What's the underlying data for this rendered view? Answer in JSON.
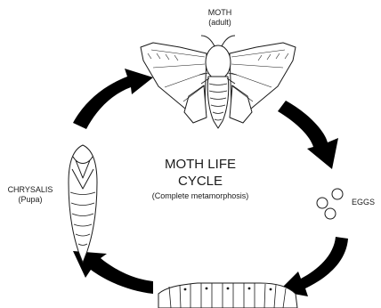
{
  "diagram": {
    "title_line1": "MOTH LIFE",
    "title_line2": "CYCLE",
    "subtitle": "(Complete metamorphosis)"
  },
  "stages": {
    "moth": {
      "name": "MOTH",
      "note": "(adult)"
    },
    "eggs": {
      "name": "EGGS"
    },
    "chrysalis": {
      "name": "CHRYSALIS",
      "note": "(Pupa)"
    }
  },
  "colors": {
    "ink": "#1a1a1a",
    "background": "#ffffff"
  }
}
